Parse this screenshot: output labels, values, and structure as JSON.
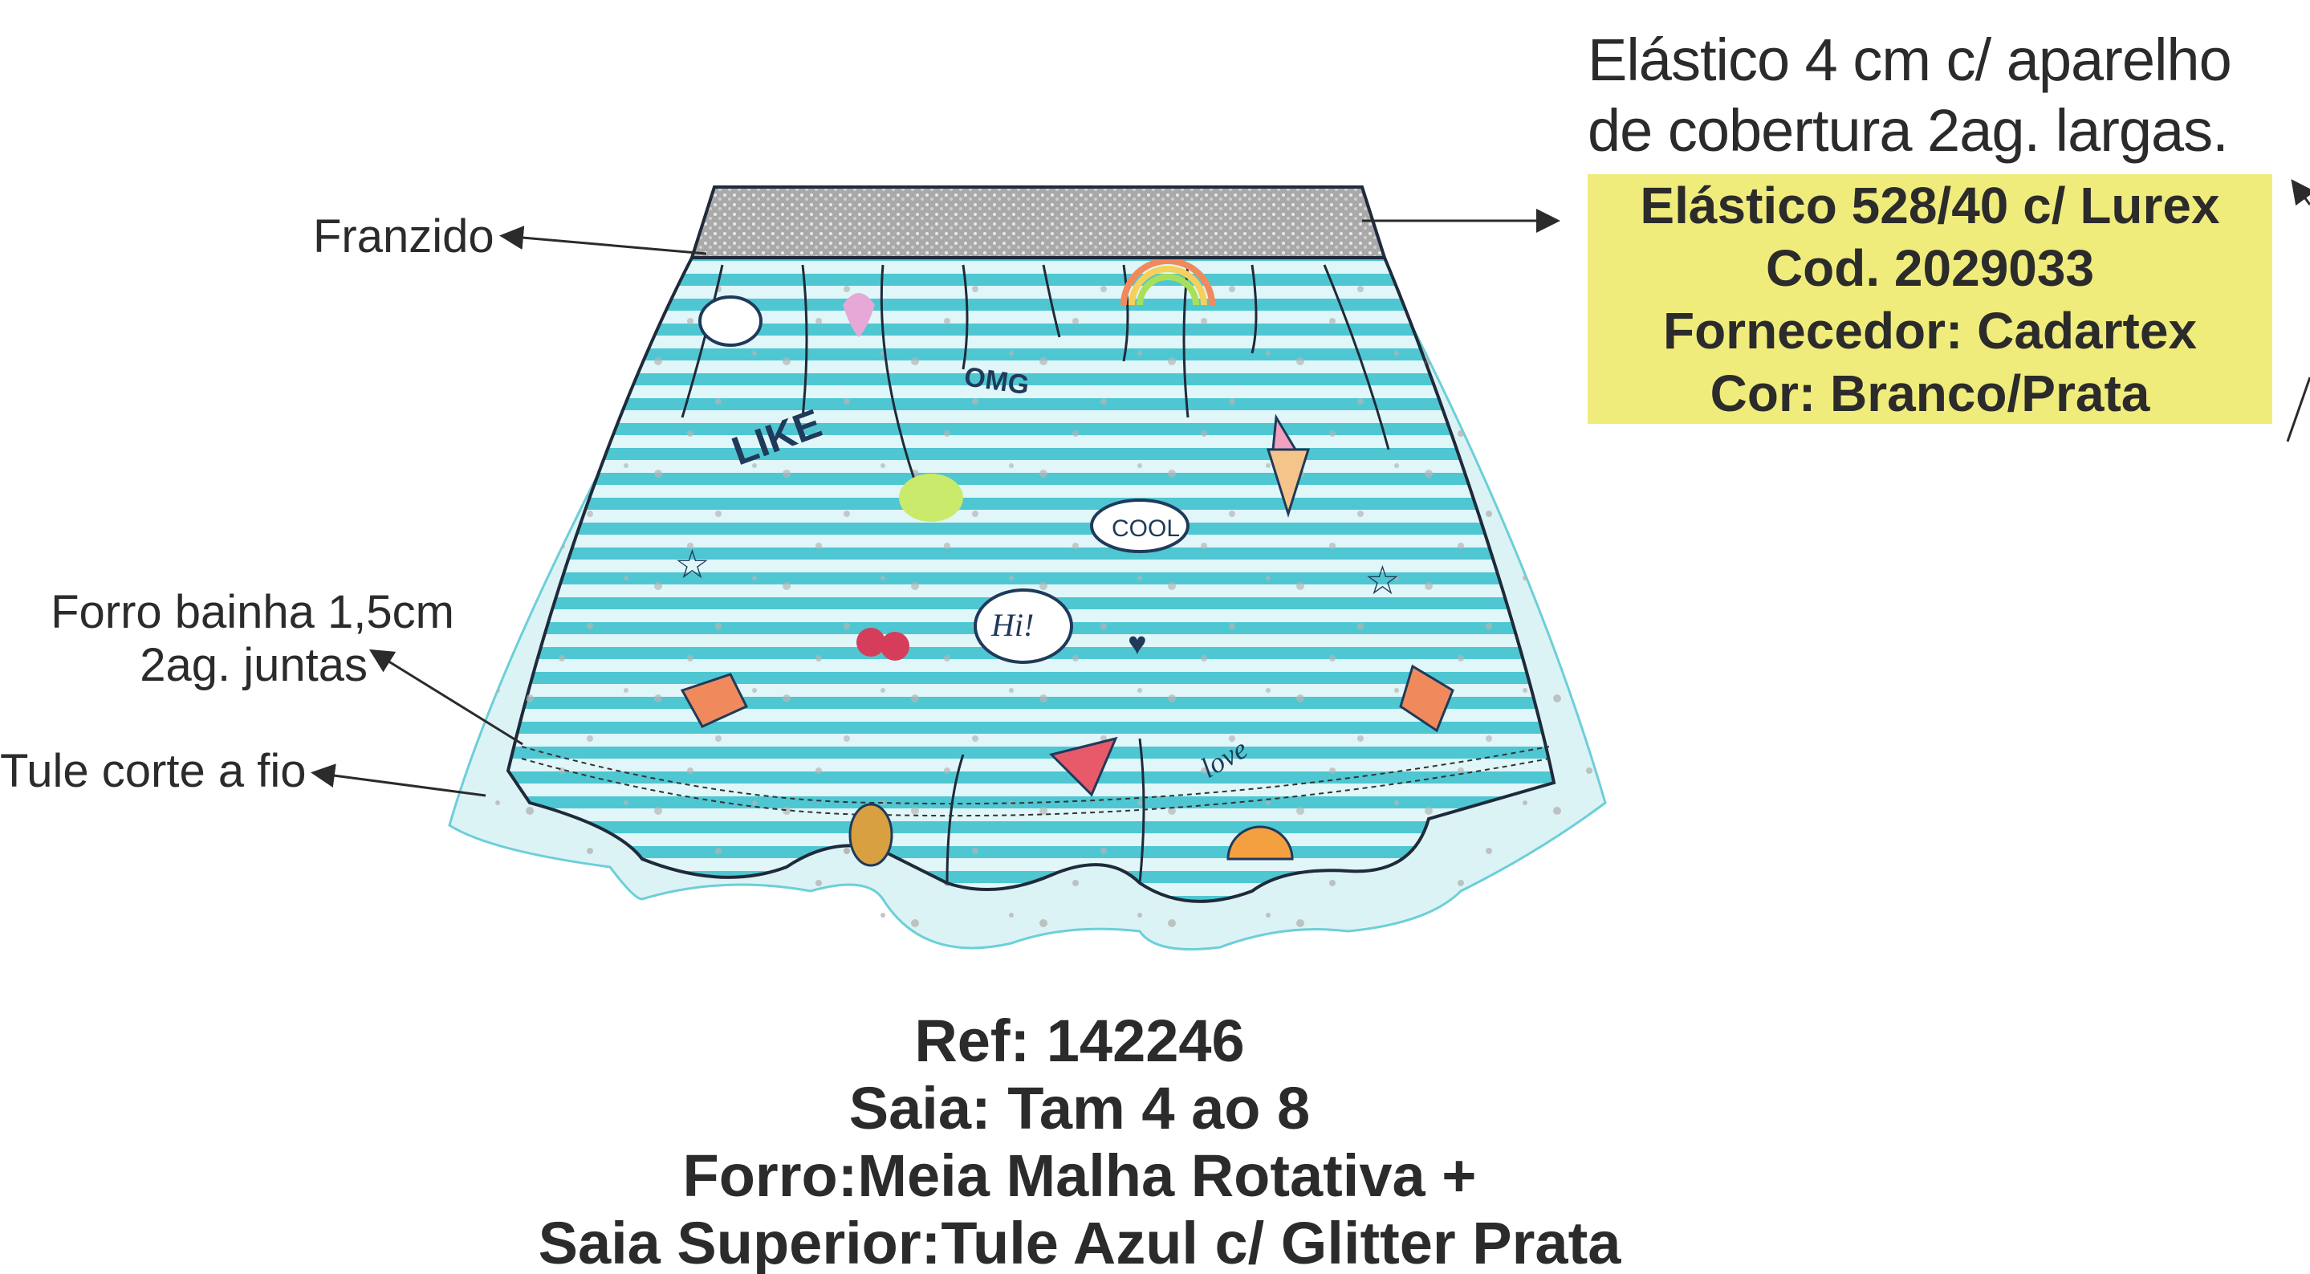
{
  "labels": {
    "franzido": "Franzido",
    "forro_line1": "Forro bainha 1,5cm",
    "forro_line2": "2ag. juntas",
    "tule": "Tule corte a fio"
  },
  "elastic_note": {
    "line1": "Elástico 4 cm c/ aparelho",
    "line2": "de cobertura 2ag. largas."
  },
  "spec_box": {
    "line1": "Elástico 528/40 c/ Lurex",
    "line2": "Cod. 2029033",
    "line3": "Fornecedor: Cadartex",
    "line4": "Cor: Branco/Prata"
  },
  "footer": {
    "line1": "Ref: 142246",
    "line2": "Saia: Tam 4 ao 8",
    "line3": "Forro:Meia Malha Rotativa +",
    "line4": "Saia Superior:Tule Azul c/ Glitter Prata"
  },
  "colors": {
    "stripe_dark": "#4ec7d2",
    "stripe_light": "#e0f6f8",
    "tulle": "#dcf3f6",
    "waistband": "#b8b8b8",
    "highlight": "#f0ec7c"
  }
}
